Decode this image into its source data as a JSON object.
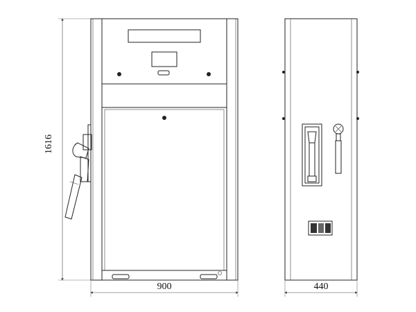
{
  "dimensions": {
    "height_label": "1616",
    "front_width_label": "900",
    "side_width_label": "440"
  },
  "colors": {
    "line": "#222222",
    "background": "#ffffff"
  }
}
